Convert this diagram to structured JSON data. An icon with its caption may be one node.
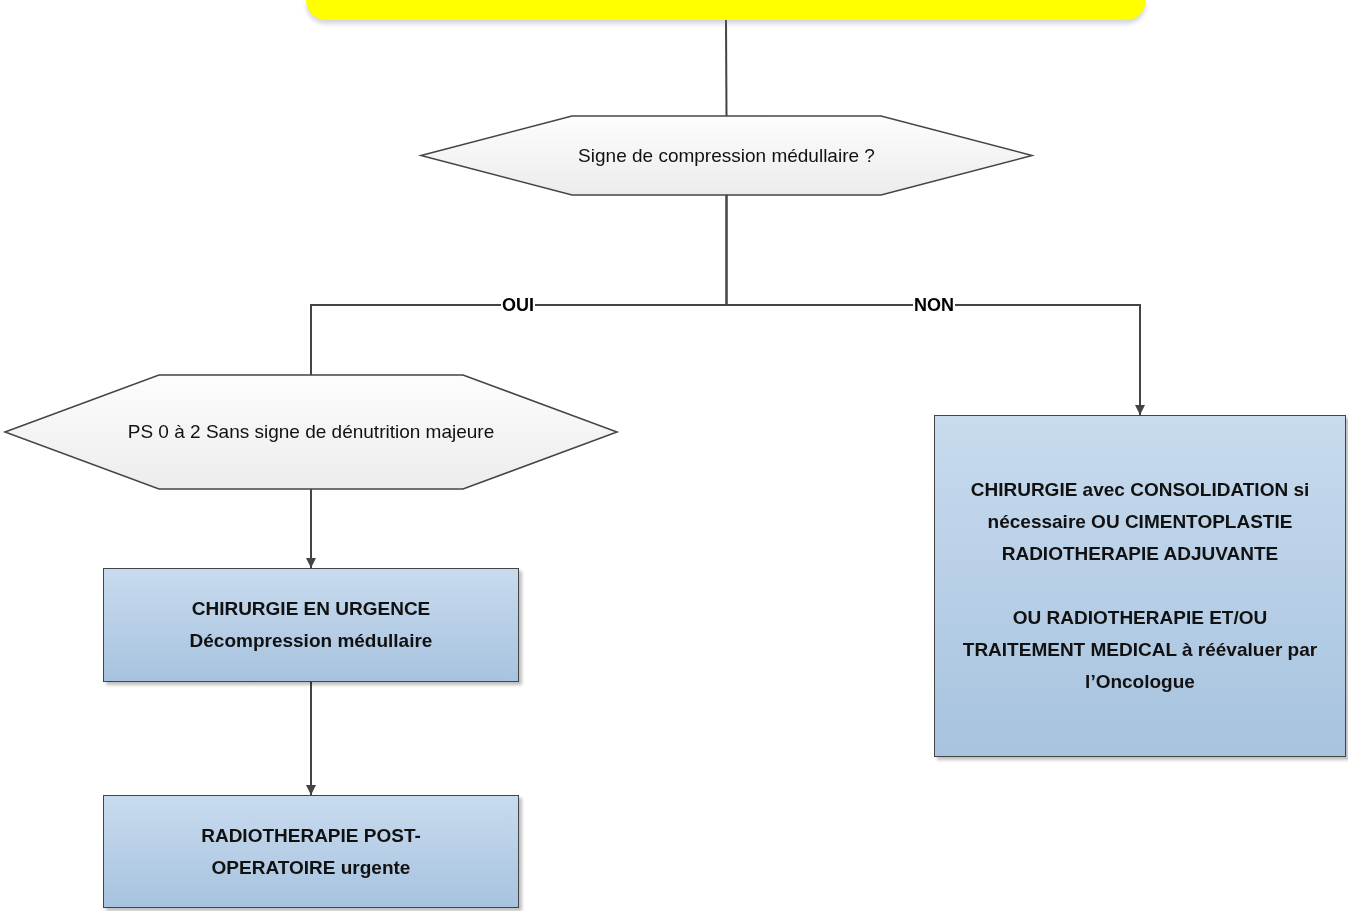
{
  "diagram": {
    "nodes": [
      {
        "text": [],
        "shape": "box"
      },
      {
        "text": [
          "Signe de compression médullaire ?"
        ]
      },
      {
        "text": [
          "PS 0 à 2 Sans signe de dénutrition majeure"
        ]
      },
      {
        "text": [
          "CHIRURGIE avec CONSOLIDATION si nécessaire OU CIMENTOPLASTIE RADIOTHERAPIE ADJUVANTE",
          "OU RADIOTHERAPIE ET/OU TRAITEMENT MEDICAL à réévaluer par l’Oncologue"
        ]
      },
      {
        "text": [
          "CHIRURGIE EN URGENCE Décompression médullaire"
        ]
      },
      {
        "text": [
          "RADIOTHERAPIE POST-OPERATOIRE urgente"
        ]
      }
    ],
    "edges": [
      {
        "from": 0,
        "to": 1,
        "arrow": "none"
      },
      {
        "from": 1,
        "to": 2,
        "arrow": "none",
        "label": "OUI"
      },
      {
        "from": 1,
        "to": 3,
        "arrow": "to",
        "label": "NON"
      },
      {
        "from": 2,
        "to": 4,
        "arrow": "to"
      },
      {
        "from": 4,
        "to": 5,
        "arrow": "to"
      }
    ]
  }
}
